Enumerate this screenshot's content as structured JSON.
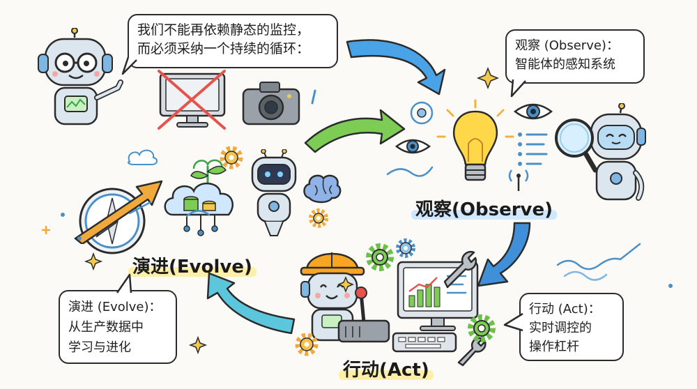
{
  "colors": {
    "observe_highlight": "#cfe8ff",
    "evolve_highlight": "#fdf0a6",
    "act_highlight": "#fdf0a6",
    "arrow_blue": "#3f8fd9",
    "arrow_green": "#6cc04a",
    "arrow_teal": "#55c2d6"
  },
  "intro_bubble": {
    "line1": "我们不能再依赖静态的监控，",
    "line2": "而必须采纳一个持续的循环："
  },
  "observe_bubble": {
    "line1": "观察 (Observe)：",
    "line2": "智能体的感知系统"
  },
  "act_bubble": {
    "line1": "行动 (Act)：",
    "line2": "实时调控的",
    "line3": "操作杠杆"
  },
  "evolve_bubble": {
    "line1": "演进 (Evolve)：",
    "line2": "从生产数据中",
    "line3": "学习与进化"
  },
  "stage_labels": {
    "observe": "观察(Observe)",
    "evolve": "演进(Evolve)",
    "act": "行动(Act)"
  },
  "icons": {
    "intro_robot": "robot-with-glasses-icon",
    "static_monitor": "crossed-out-monitor-icon",
    "camera": "camera-icon",
    "lightbulb": "lightbulb-icon",
    "eye": "eye-icon",
    "magnifier_robot": "robot-with-magnifier-icon",
    "compass": "compass-icon",
    "cloud_data": "cloud-database-icon",
    "evolve_robot": "robot-icon",
    "brain": "brain-icon",
    "worker_robot": "robot-with-hardhat-icon",
    "dashboard_monitor": "dashboard-monitor-icon",
    "gear": "gear-icon",
    "wrench": "wrench-icon"
  }
}
